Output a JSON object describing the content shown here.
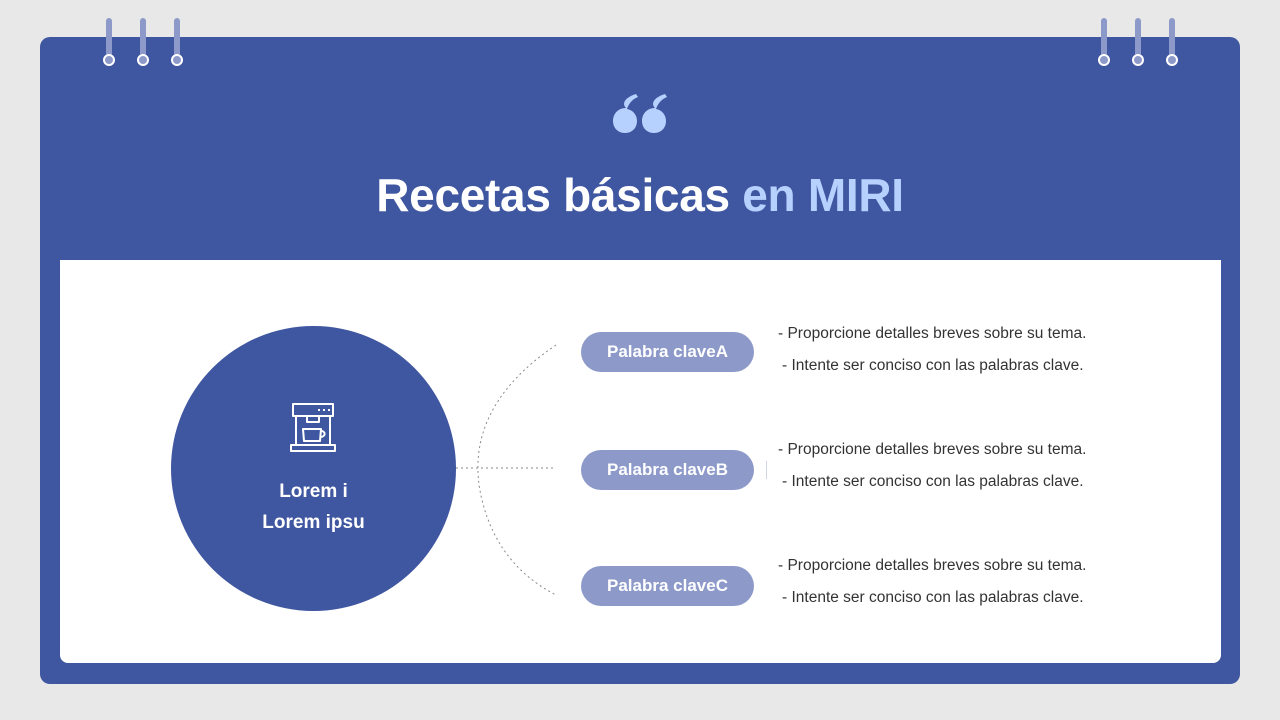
{
  "slide": {
    "title_main": "Recetas básicas",
    "title_accent": "en MIRI",
    "center": {
      "line1": "Lorem i",
      "line2": "Lorem ipsu"
    },
    "items": [
      {
        "keyword": "Palabra claveA",
        "line1": "- Proporcione detalles breves sobre su tema.",
        "line2": "- Intente ser conciso con las palabras clave."
      },
      {
        "keyword": "Palabra claveB",
        "line1": "- Proporcione detalles breves sobre su tema.",
        "line2": "- Intente ser conciso con las palabras clave."
      },
      {
        "keyword": "Palabra claveC",
        "line1": "- Proporcione detalles breves sobre su tema.",
        "line2": "- Intente ser conciso con las palabras clave."
      }
    ]
  },
  "colors": {
    "primary": "#3f56a0",
    "accent_text": "#b7d1ff",
    "pill": "#8d9ac9",
    "background": "#e8e8e8"
  },
  "icons": [
    "binder-ring-icon",
    "quote-icon",
    "coffee-machine-icon"
  ]
}
